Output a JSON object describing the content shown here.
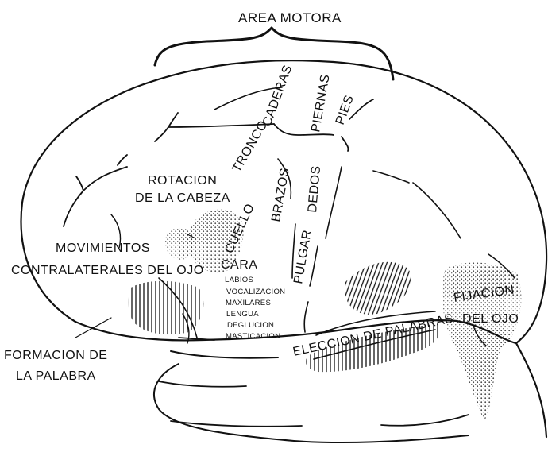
{
  "labels": {
    "area_motora": "AREA MOTORA",
    "caderas": "CADERAS",
    "piernas": "PIERNAS",
    "pies": "PIES",
    "tronco": "TRONCO",
    "rotacion_1": "ROTACION",
    "rotacion_2": "DE LA CABEZA",
    "brazos": "BRAZOS",
    "dedos": "DEDOS",
    "cuello": "CUELLO",
    "pulgar": "PULGAR",
    "movimientos_1": "MOVIMIENTOS",
    "movimientos_2": "CONTRALATERALES DEL OJO",
    "cara": "CARA",
    "labios": "LABIOS",
    "vocalizacion": "VOCALIZACION",
    "maxilares": "MAXILARES",
    "lengua": "LENGUA",
    "deglucion": "DEGLUCION",
    "masticacion": "MASTICACION",
    "fijacion_1": "FIJACION",
    "fijacion_2": "DEL OJO",
    "eleccion": "ELECCION DE PALABRAS",
    "formacion_1": "FORMACION DE",
    "formacion_2": "LA PALABRA"
  }
}
